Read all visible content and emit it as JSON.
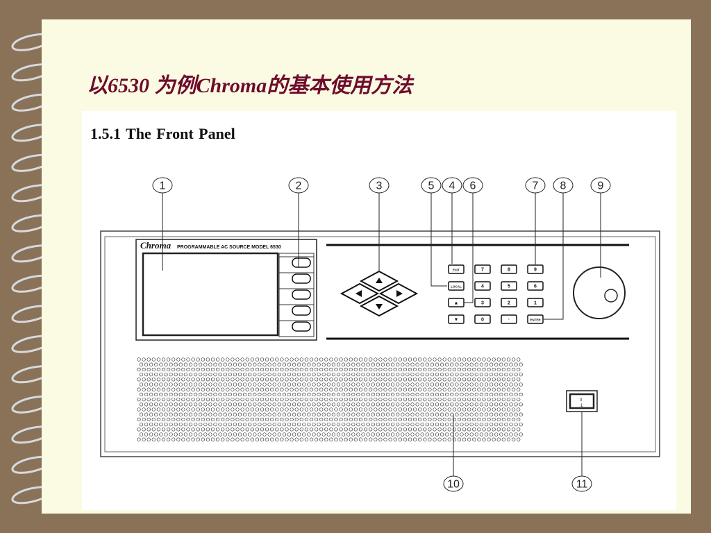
{
  "slide": {
    "title": "以6530 为例Chroma的基本使用方法",
    "colors": {
      "background": "#8a7259",
      "paper": "#fbfbe3",
      "title": "#6e0c2c"
    }
  },
  "figure": {
    "heading": "1.5.1  The Front Panel",
    "brand": "Chroma",
    "model_label": "PROGRAMMABLE AC SOURCE MODEL 6530",
    "callouts": [
      "1",
      "2",
      "3",
      "5",
      "4",
      "6",
      "7",
      "8",
      "9",
      "10",
      "11"
    ],
    "keypad": {
      "rows": [
        [
          "EXIT",
          "7",
          "8",
          "9"
        ],
        [
          "LOCAL",
          "4",
          "5",
          "6"
        ],
        [
          "▲",
          "3",
          "2",
          "1"
        ],
        [
          "▼",
          "0",
          "·",
          "ENTER"
        ]
      ]
    },
    "arrow_keys": [
      "up-icon",
      "left-icon",
      "right-icon",
      "down-icon"
    ],
    "power_switch": {
      "off": "0",
      "on": "1"
    }
  }
}
